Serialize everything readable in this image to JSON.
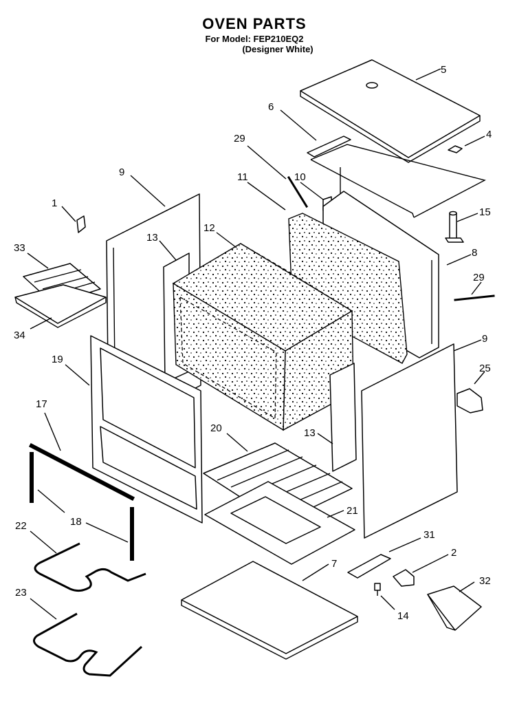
{
  "header": {
    "title": "OVEN PARTS",
    "model_line": "For Model: FEP210EQ2",
    "variant_line": "(Designer White)"
  },
  "callouts": {
    "c1": "1",
    "c2": "2",
    "c4": "4",
    "c5": "5",
    "c6": "6",
    "c7": "7",
    "c8": "8",
    "c9a": "9",
    "c9b": "9",
    "c10": "10",
    "c11": "11",
    "c12": "12",
    "c13a": "13",
    "c13b": "13",
    "c14": "14",
    "c15": "15",
    "c17": "17",
    "c18": "18",
    "c19": "19",
    "c20": "20",
    "c21": "21",
    "c22": "22",
    "c23": "23",
    "c25": "25",
    "c29a": "29",
    "c29b": "29",
    "c31": "31",
    "c32": "32",
    "c33": "33",
    "c34": "34"
  }
}
